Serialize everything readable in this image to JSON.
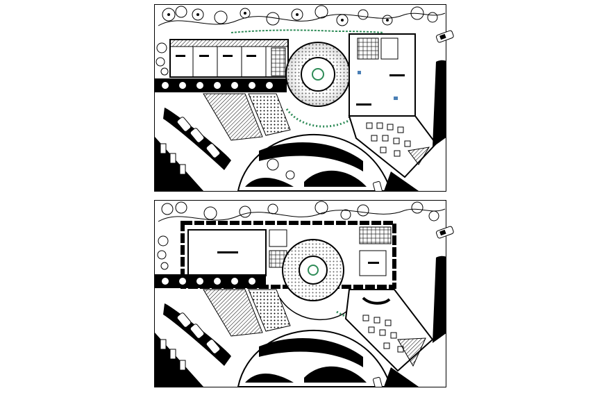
{
  "drawing": {
    "kind": "site-plan",
    "sheets": [
      {
        "id": "upper-plan"
      },
      {
        "id": "lower-plan"
      }
    ],
    "colors": {
      "ink": "#000000",
      "paper": "#ffffff",
      "planting": "#2e8b57",
      "window": "#4a7fb5"
    },
    "icons": [
      "tree-icon",
      "car-icon",
      "table-set-icon",
      "round-building-icon"
    ]
  }
}
